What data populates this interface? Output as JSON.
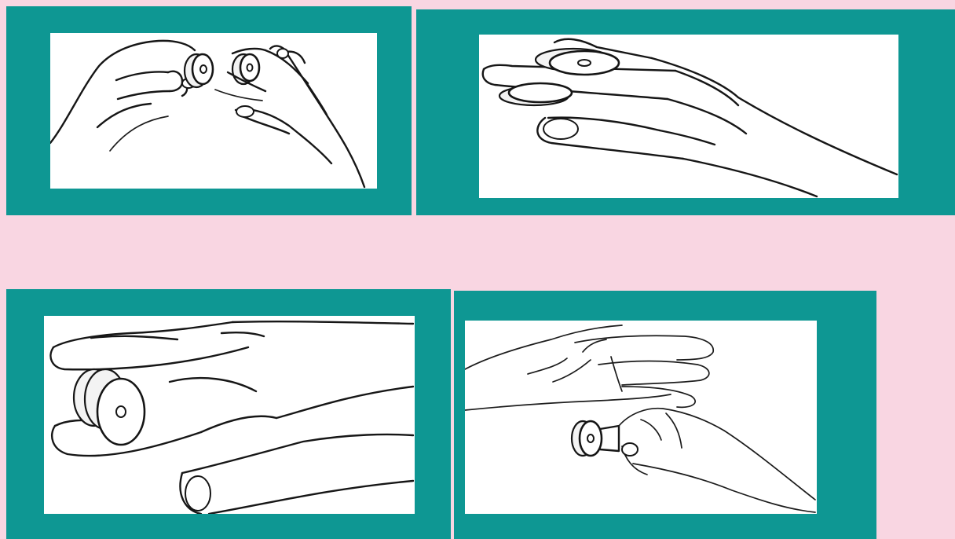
{
  "figure": {
    "panels": [
      {
        "id": 1,
        "illustration": "hand-pinching-roller-disc"
      },
      {
        "id": 2,
        "illustration": "roller-disc-between-fingers"
      },
      {
        "id": 3,
        "illustration": "roller-disc-held-under-fingers"
      },
      {
        "id": 4,
        "illustration": "roller-disc-rolled-over-palm"
      }
    ]
  },
  "colors": {
    "background": "#f9d6e2",
    "frame": "#0e9793",
    "canvas": "#ffffff",
    "ink": "#161616"
  }
}
